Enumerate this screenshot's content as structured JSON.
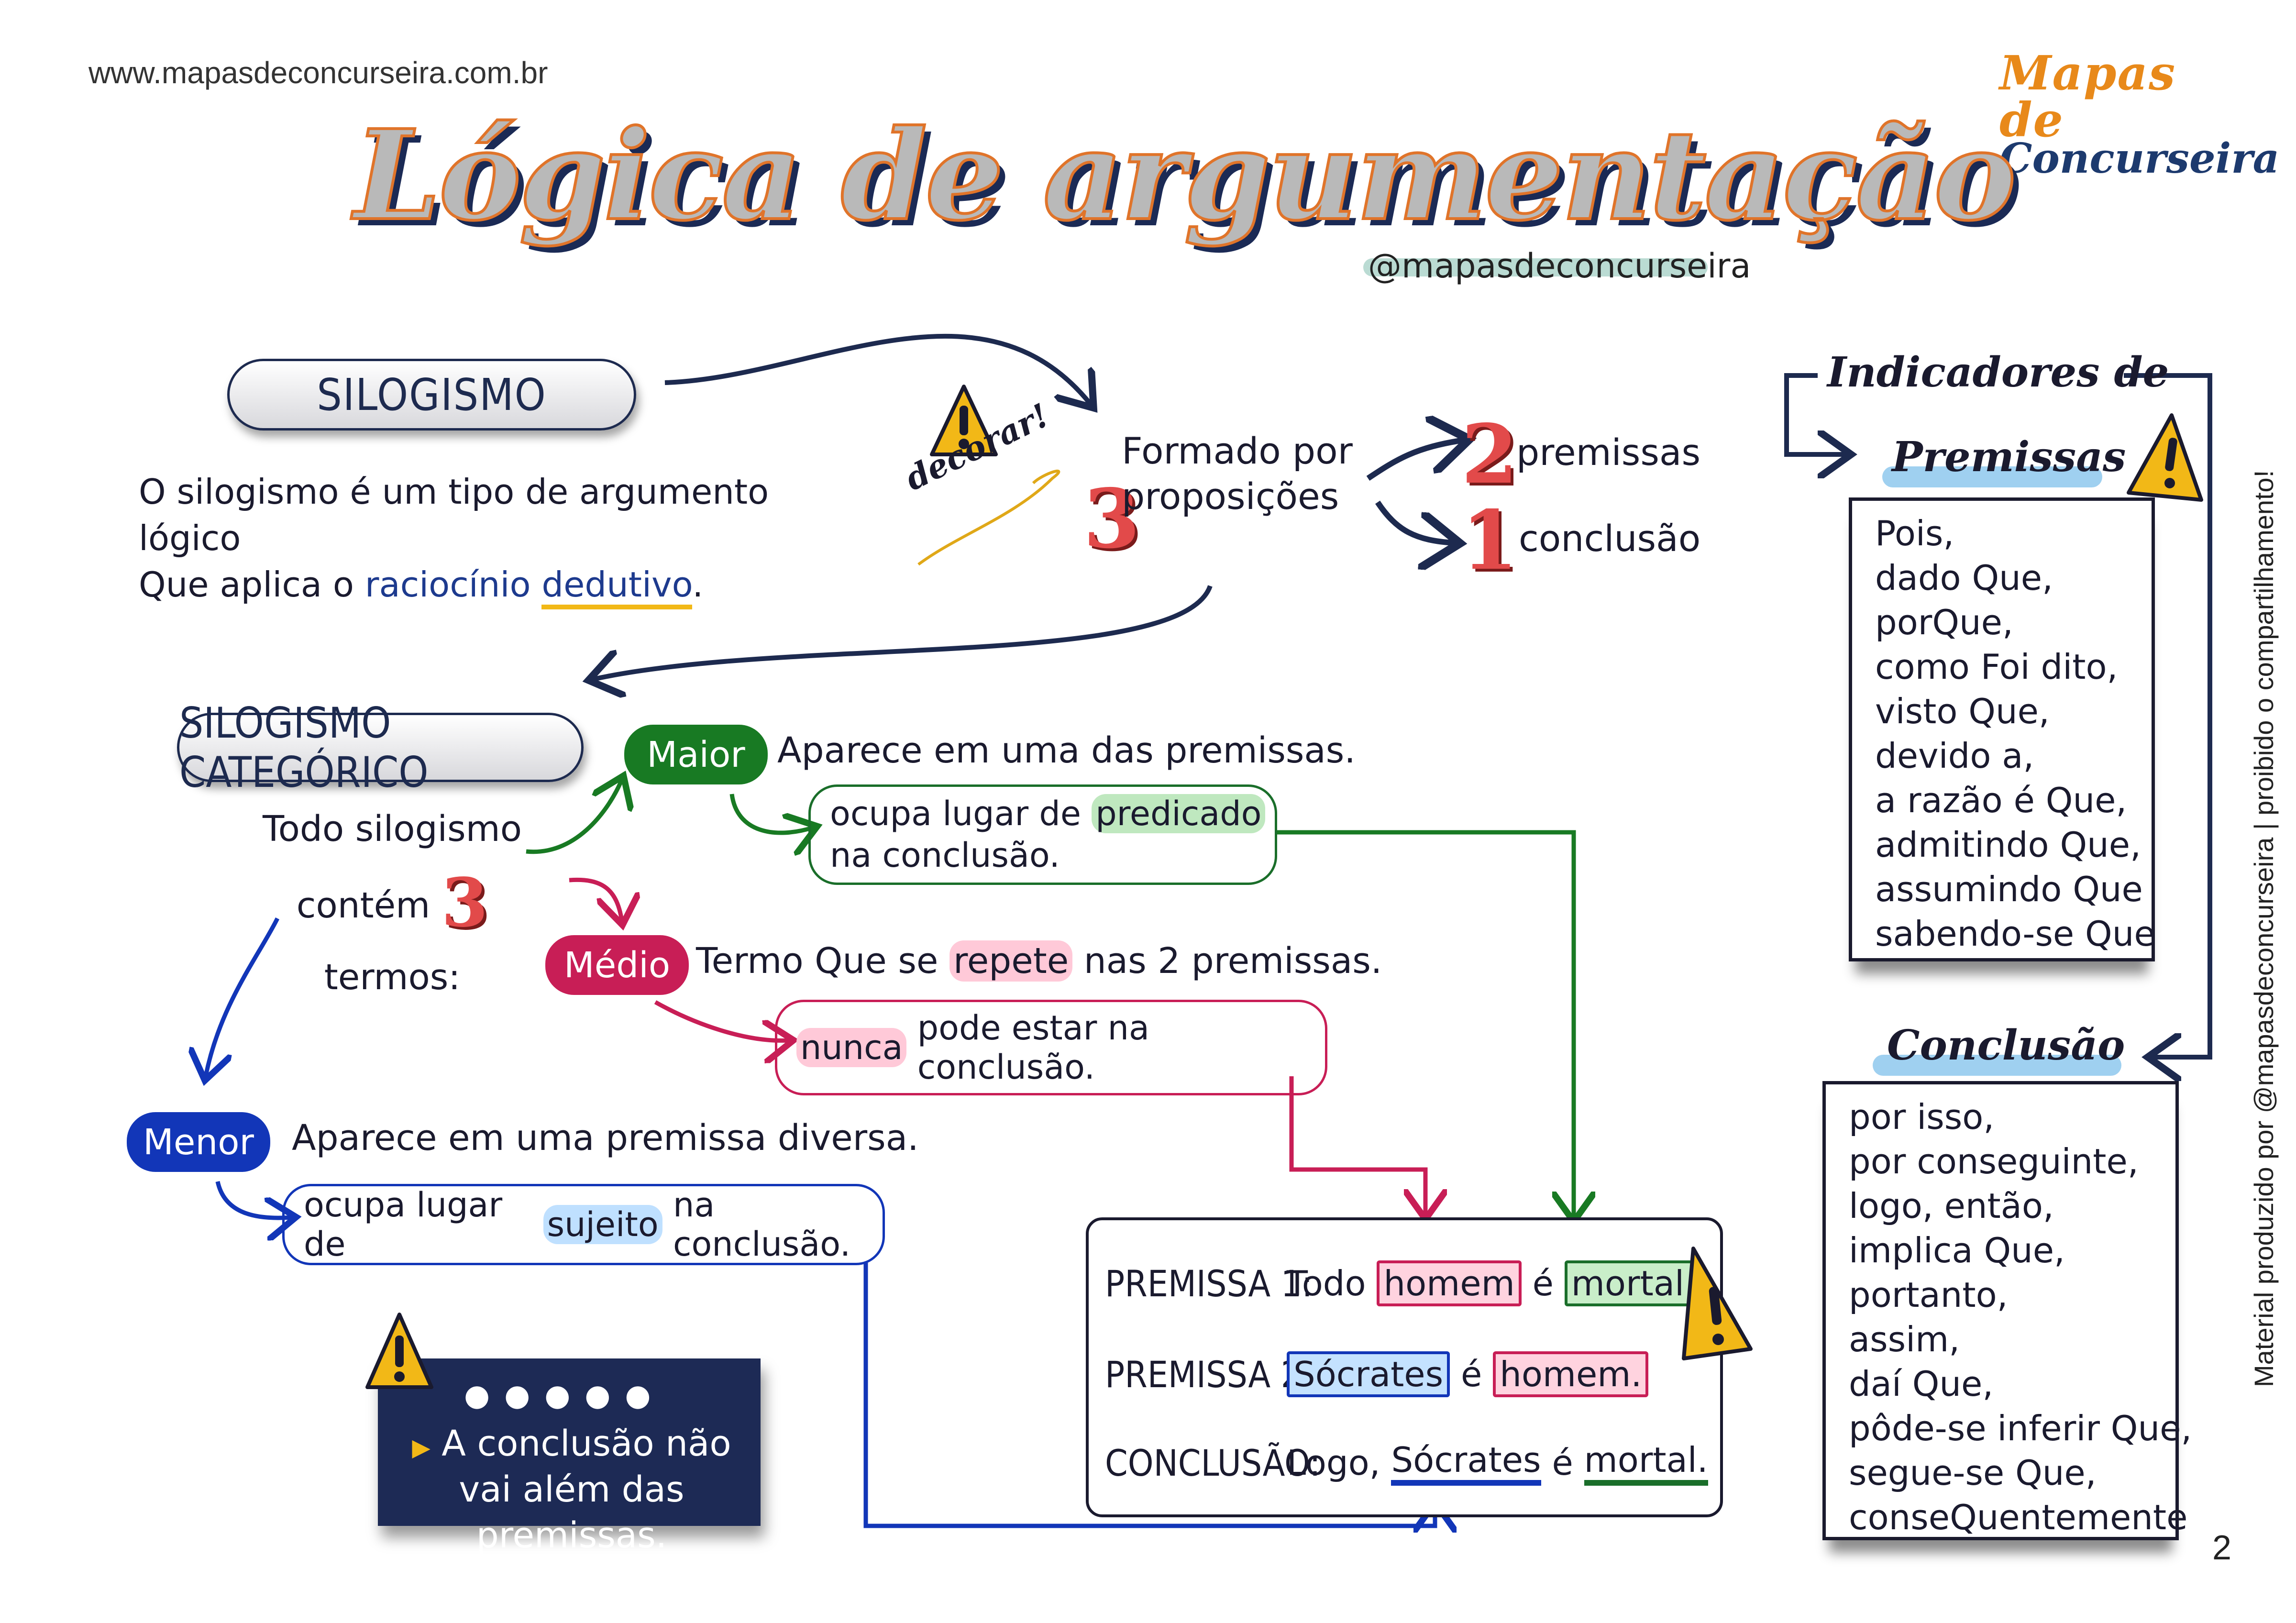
{
  "site_url": "www.mapasdeconcurseira.com.br",
  "logo": {
    "line1": "Mapas de",
    "line2": "Concurseira"
  },
  "title": "Lógica de argumentação",
  "handle": "@mapasdeconcurseira",
  "silogismo": {
    "label": "SILOGISMO",
    "definition_part1": "O silogismo é um tipo de argumento lógico",
    "definition_part2": "Que aplica o",
    "raciocinio": "raciocínio",
    "dedutivo": "dedutivo",
    "period": "."
  },
  "decorar": "decorar!",
  "formado": {
    "number": "3",
    "line1": "Formado por",
    "line2": "proposições",
    "premissas_number": "2",
    "premissas_label": "premissas",
    "conclusao_number": "1",
    "conclusao_label": "conclusão"
  },
  "categorico": {
    "label": "SILOGISMO CATEGÓRICO",
    "todo_line1": "Todo silogismo",
    "todo_line2_a": "contém",
    "todo_number": "3",
    "todo_line2_b": "termos:"
  },
  "terms": {
    "maior": {
      "label": "Maior",
      "desc": "Aparece em uma das premissas.",
      "bubble_a": "ocupa lugar de",
      "bubble_hl": "predicado",
      "bubble_b": "na conclusão."
    },
    "medio": {
      "label": "Médio",
      "desc_a": "Termo Que se",
      "desc_hl": "repete",
      "desc_b": "nas 2 premissas.",
      "bubble_hl": "nunca",
      "bubble_b": "pode estar na conclusão."
    },
    "menor": {
      "label": "Menor",
      "desc": "Aparece em uma premissa diversa.",
      "bubble_a": "ocupa lugar de",
      "bubble_hl": "sujeito",
      "bubble_b": "na conclusão."
    }
  },
  "example": {
    "p1_label": "PREMISSA 1:",
    "p1_todo": "Todo",
    "p1_homem": "homem",
    "p1_e": "é",
    "p1_mortal": "mortal.",
    "p2_label": "PREMISSA 2:",
    "p2_socrates": "Sócrates",
    "p2_e": "é",
    "p2_homem": "homem.",
    "c_label": "CONCLUSÃO:",
    "c_logo": "Logo,",
    "c_socrates": "Sócrates",
    "c_e": "é",
    "c_mortal": "mortal."
  },
  "note_box": {
    "dots": "●●●●●",
    "text": "A conclusão não vai além das premissas."
  },
  "indicadores": {
    "title": "Indicadores de",
    "premissas_title": "Premissas",
    "premissas": [
      "Pois,",
      "dado Que,",
      "porQue,",
      "como Foi dito,",
      "visto Que,",
      "devido a,",
      "a razão é Que,",
      "admitindo Que,",
      "assumindo Que",
      "sabendo-se Que"
    ],
    "conclusao_title": "Conclusão",
    "conclusao": [
      "por isso,",
      "por conseguinte,",
      "logo, então,",
      "implica Que,",
      "portanto,",
      "assim,",
      "daí Que,",
      "pôde-se inferir Que,",
      "segue-se Que,",
      "conseQuentemente"
    ]
  },
  "vertical_note": "Material produzido por @mapasdeconcurseira | proibido o compartilhamento!",
  "page_number": "2",
  "colors": {
    "navy": "#1d2a4f",
    "green": "#187a23",
    "pink": "#c81e56",
    "blue": "#1236b8",
    "red": "#e24a4a",
    "yellow": "#f2b817",
    "orange": "#e0742a"
  }
}
